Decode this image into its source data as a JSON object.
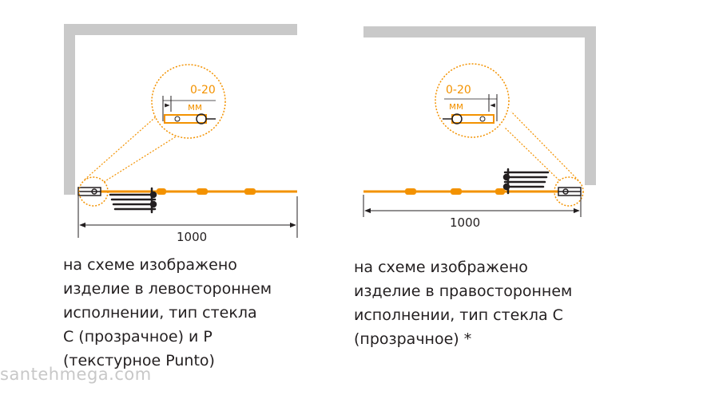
{
  "colors": {
    "wall": "#c9c9c9",
    "profile": "#f39200",
    "door_panel": "#231f20",
    "dimension": "#231f20",
    "callout": "#f39200"
  },
  "left_scheme": {
    "width_label": "1000",
    "gap_label": "0-20",
    "gap_unit": "мм",
    "caption": [
      "на схеме изображено",
      "изделие в левостороннем",
      "исполнении, тип стекла",
      "С (прозрачное) и Р",
      "(текстурное Punto)"
    ]
  },
  "right_scheme": {
    "width_label": "1000",
    "gap_label": "0-20",
    "gap_unit": "мм",
    "caption": [
      "на схеме изображено",
      "изделие в правостороннем",
      "исполнении, тип стекла С",
      "(прозрачное) *"
    ]
  },
  "watermark": "santehmega.com"
}
